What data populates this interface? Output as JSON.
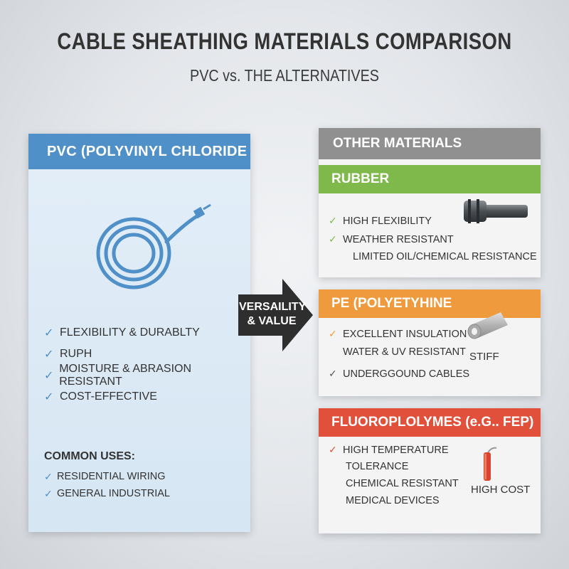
{
  "title": "CABLE SHEATHING MATERIALS COMPARISON",
  "subtitle": "PVC vs. THE ALTERNATIVES",
  "colors": {
    "pvc_blue": "#4f90c8",
    "rubber_green": "#7fb94b",
    "pe_orange": "#ef9a3c",
    "fluoro_red": "#e0503a",
    "other_gray": "#909090",
    "arrow_dark": "#2e2e2e"
  },
  "pvc": {
    "header": "PVC (POLYVINYL CHLORIDE",
    "icon": "cable-coil-icon",
    "features": [
      "FLEXIBILITY & DURABLTY",
      "RUPH",
      "MOISTURE & ABRASION RESISTANT",
      "COST-EFFECTIVE"
    ],
    "uses_title": "COMMON USES:",
    "uses": [
      "RESIDENTIAL WIRING",
      "GENERAL INDUSTRIAL"
    ]
  },
  "arrow": {
    "line1": "VERSAILITY",
    "line2": "& VALUE"
  },
  "other": {
    "header": "OTHER MATERIALS",
    "rubber": {
      "name": "RUBBER",
      "icon": "rubber-cable-icon",
      "items": [
        "HIGH FLEXIBILITY",
        "WEATHER RESISTANT"
      ],
      "limitation": "LIMITED OIL/CHEMICAL RESISTANCE"
    },
    "pe": {
      "name": "PE (POLYETYHINE",
      "icon": "pe-tube-icon",
      "items": [
        "EXCELLENT INSULATION",
        "WATER & UV RESISTANT",
        "UNDERGGOUND CABLES"
      ],
      "note": "STIFF"
    },
    "fluoro": {
      "name": "FLUOROPLOLYMES (e.G.. FEP)",
      "icon": "fluoro-wire-icon",
      "items": [
        "HIGH TEMPERATURE",
        "TOLERANCE",
        "CHEMICAL RESISTANT",
        "MEDICAL DEVICES"
      ],
      "note": "HIGH COST"
    }
  }
}
